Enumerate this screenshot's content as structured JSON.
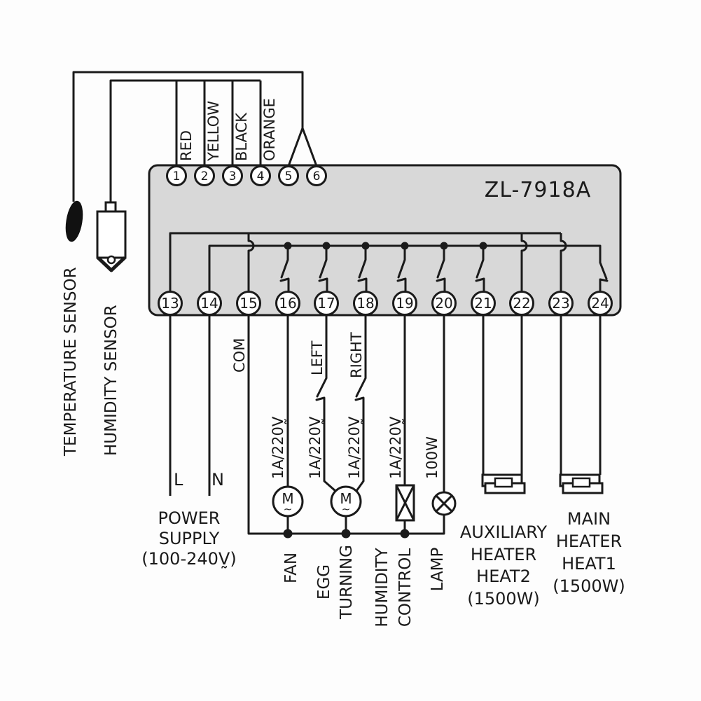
{
  "controller": {
    "model": "ZL-7918A"
  },
  "top_terminals": [
    "1",
    "2",
    "3",
    "4",
    "5",
    "6"
  ],
  "wire_colors": [
    "RED",
    "YELLOW",
    "BLACK",
    "ORANGE"
  ],
  "sensors": {
    "temperature": "TEMPERATURE SENSOR",
    "humidity": "HUMIDITY SENSOR"
  },
  "bottom_terminals": [
    "13",
    "14",
    "15",
    "16",
    "17",
    "18",
    "19",
    "20",
    "21",
    "22",
    "23",
    "24"
  ],
  "power_supply": {
    "l": "L",
    "n": "N",
    "lines": [
      "POWER",
      "SUPPLY",
      "(100-240V̰)"
    ]
  },
  "labels": {
    "com": "COM",
    "left": "LEFT",
    "right": "RIGHT",
    "fan": "FAN",
    "egg": [
      "EGG",
      "TURNING"
    ],
    "humidity": [
      "HUMIDITY",
      "CONTROL"
    ],
    "lamp": "LAMP"
  },
  "ratings": {
    "fan": "1A/220V̰",
    "egg_left": "1A/220V̰",
    "egg_right": "1A/220V̰",
    "humidity": "1A/220V̰",
    "lamp_watt": "100W"
  },
  "devices": {
    "motor_symbol": "M",
    "motor_wave": "∼"
  },
  "heaters": {
    "auxiliary": [
      "AUXILIARY",
      "HEATER",
      "HEAT2",
      "(1500W)"
    ],
    "main": [
      "MAIN",
      "HEATER",
      "HEAT1",
      "(1500W)"
    ]
  }
}
